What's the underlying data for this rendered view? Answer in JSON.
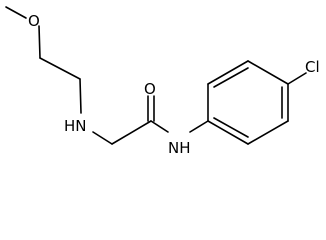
{
  "structure": {
    "atoms": {
      "methoxy_o": "O",
      "amine_nh": "HN",
      "carbonyl_o": "O",
      "amide_nh": "NH",
      "chlorine": "Cl"
    }
  }
}
